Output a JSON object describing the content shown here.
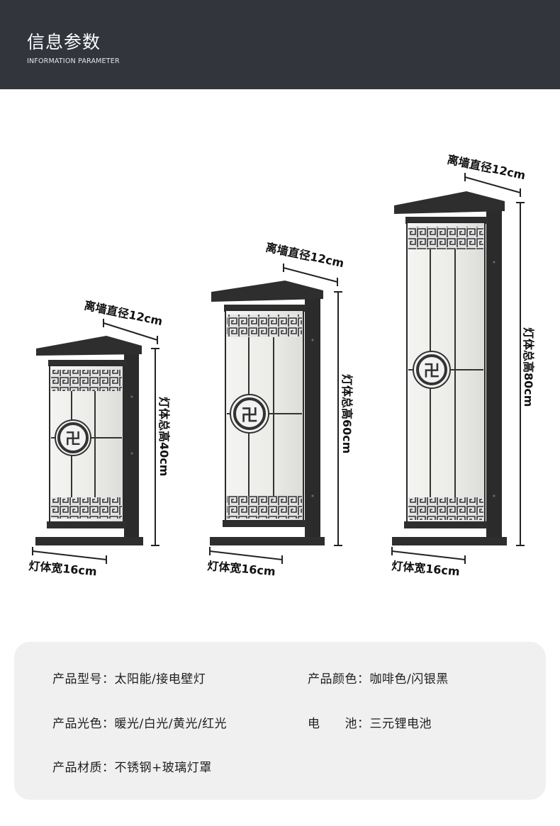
{
  "header": {
    "title": "信息参数",
    "subtitle": "INFORMATION PARAMETER"
  },
  "lamps": [
    {
      "depth_label": "离墙直径12cm",
      "height_label": "灯体总高40cm",
      "width_label": "灯体宽16cm"
    },
    {
      "depth_label": "离墙直径12cm",
      "height_label": "灯体总高60cm",
      "width_label": "灯体宽16cm"
    },
    {
      "depth_label": "离墙直径12cm",
      "height_label": "灯体总高80cm",
      "width_label": "灯体宽16cm"
    }
  ],
  "specs": {
    "model": "产品型号：太阳能/接电壁灯",
    "color": "产品颜色：咖啡色/闪银黑",
    "light": "产品光色：暖光/白光/黄光/红光",
    "battery": "电　　池：三元锂电池",
    "material": "产品材质：不锈钢+玻璃灯罩"
  },
  "colors": {
    "header_bg": "#32363c",
    "frame": "#2b2b2b",
    "glass": "#eeeeec",
    "panel_bg": "#f0f0f0"
  }
}
